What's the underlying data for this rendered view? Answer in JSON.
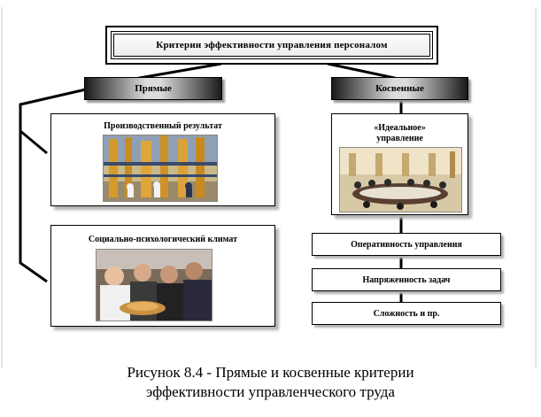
{
  "title": "Критерии  эффективности  управления  персоналом",
  "categories": {
    "direct": "Прямые",
    "indirect": "Косвенные"
  },
  "direct_items": [
    {
      "title": "Производственный  результат"
    },
    {
      "title": "Социально-психологический  климат"
    }
  ],
  "indirect_card": {
    "title_line1": "«Идеальное»",
    "title_line2": "управление"
  },
  "indirect_items": [
    "Оперативность  управления",
    "Напряженность  задач",
    "Сложность   и пр."
  ],
  "caption": {
    "line1": "Рисунок 8.4 - Прямые и косвенные критерии",
    "line2": "эффективности управленческого труда"
  }
}
